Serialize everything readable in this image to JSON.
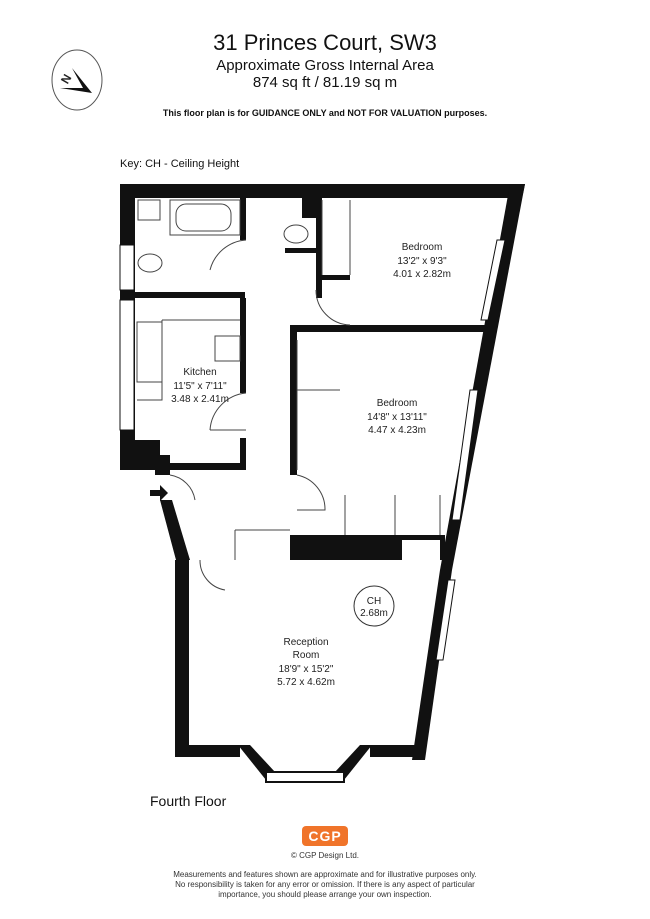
{
  "header": {
    "title": "31 Princes Court, SW3",
    "subtitle": "Approximate Gross Internal Area",
    "area": "874 sq ft  / 81.19 sq m",
    "disclaimer": "This floor plan is for GUIDANCE ONLY and NOT FOR VALUATION purposes.",
    "compass": "N"
  },
  "key": "Key: CH - Ceiling Height",
  "rooms": [
    {
      "name": "Bedroom",
      "imperial": "13'2\" x 9'3\"",
      "metric": "4.01 x 2.82m"
    },
    {
      "name": "Kitchen",
      "imperial": "11'5\" x 7'11\"",
      "metric": "3.48 x 2.41m"
    },
    {
      "name": "Bedroom",
      "imperial": "14'8\" x 13'11\"",
      "metric": "4.47 x 4.23m"
    },
    {
      "name": "Reception",
      "name2": "Room",
      "imperial": "18'9\" x 15'2\"",
      "metric": "5.72 x 4.62m"
    }
  ],
  "ceiling": {
    "label": "CH",
    "value": "2.68m"
  },
  "floor_label": "Fourth Floor",
  "footer": {
    "logo": "CGP",
    "copyright": "© CGP Design Ltd.",
    "lines": [
      "Measurements and features shown are approximate and for illustrative purposes only.",
      "No responsibility is taken for any error or omission. If there is any aspect of particular",
      "importance, you should please arrange your own inspection."
    ]
  },
  "colors": {
    "wall": "#111111",
    "logo": "#f0742a"
  }
}
